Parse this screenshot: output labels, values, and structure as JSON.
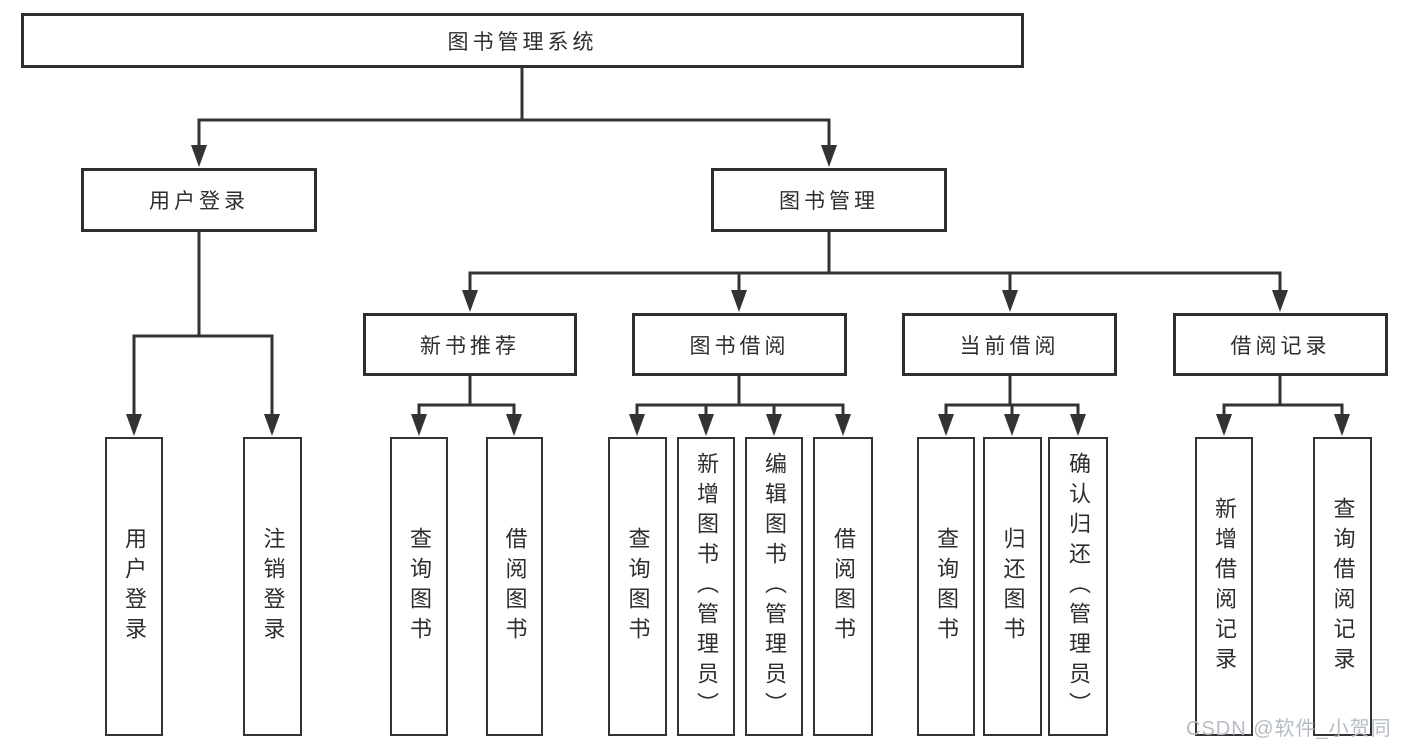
{
  "tree": {
    "root": "图书管理系统",
    "children": [
      {
        "label": "用户登录",
        "children": [
          "用户登录",
          "注销登录"
        ]
      },
      {
        "label": "图书管理",
        "children": [
          {
            "label": "新书推荐",
            "children": [
              "查询图书",
              "借阅图书"
            ]
          },
          {
            "label": "图书借阅",
            "children": [
              "查询图书",
              "新增图书（管理员）",
              "编辑图书（管理员）",
              "借阅图书"
            ]
          },
          {
            "label": "当前借阅",
            "children": [
              "查询图书",
              "归还图书",
              "确认归还（管理员）"
            ]
          },
          {
            "label": "借阅记录",
            "children": [
              "新增借阅记录",
              "查询借阅记录"
            ]
          }
        ]
      }
    ]
  },
  "watermark": "CSDN @软件_小贺同学",
  "colors": {
    "line": "#333333",
    "box_border": "#2e2e2e",
    "text": "#2e2e2e",
    "watermark": "#b2b8c1",
    "background": "#ffffff"
  }
}
